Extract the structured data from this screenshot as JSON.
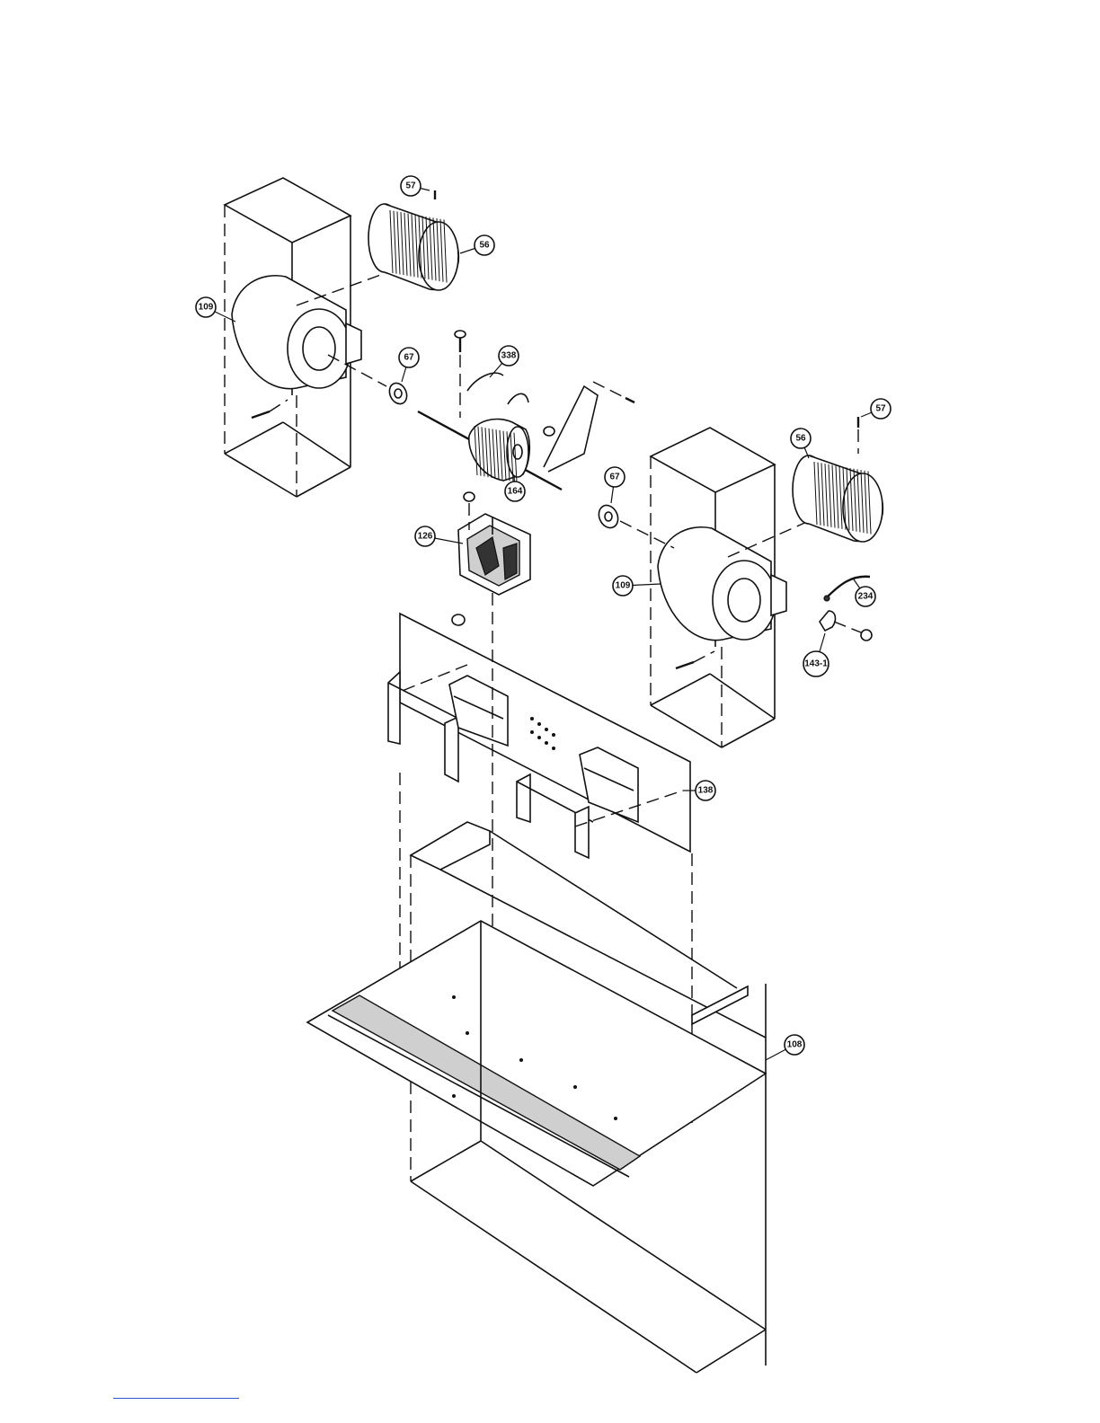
{
  "callouts": {
    "c57a": "57",
    "c56a": "56",
    "c109a": "109",
    "c67a": "67",
    "c338": "338",
    "c57b": "57",
    "c56b": "56",
    "c164": "164",
    "c67b": "67",
    "c126": "126",
    "c109b": "109",
    "c234": "234",
    "c143": "143-1",
    "c138": "138",
    "c108": "108"
  },
  "part_names": {
    "housing_left": "blower-housing",
    "housing_right": "blower-housing",
    "wheel_left": "blower-wheel",
    "wheel_right": "blower-wheel",
    "motor": "motor",
    "mount": "motor-mount",
    "partition": "partition-panel",
    "base": "base-pan"
  }
}
